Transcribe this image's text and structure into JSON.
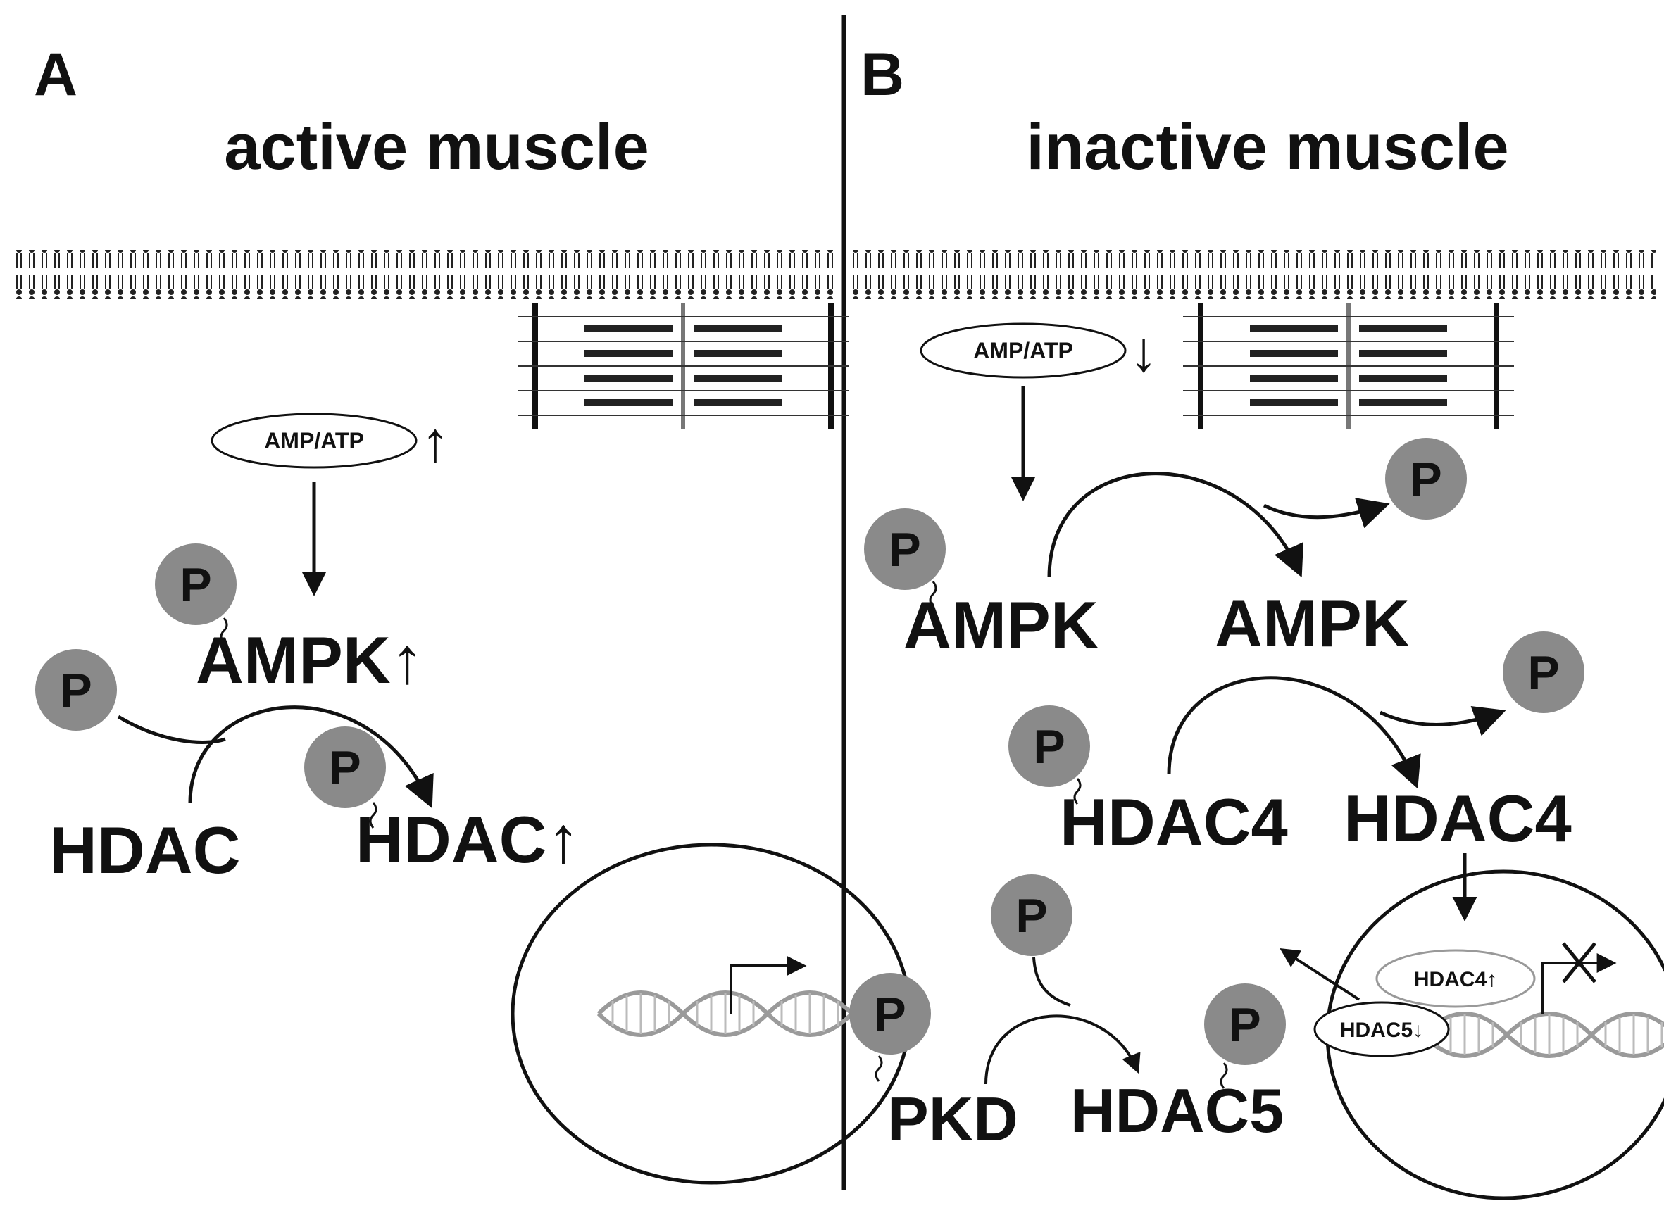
{
  "panels": {
    "a": {
      "letter": "A",
      "title": "active muscle",
      "ratio_label": "AMP/ATP",
      "ratio_arrow": "↑",
      "ampk": "AMPK↑",
      "hdac_left": "HDAC",
      "hdac_right": "HDAC↑",
      "phospho": "P"
    },
    "b": {
      "letter": "B",
      "title": "inactive muscle",
      "ratio_label": "AMP/ATP",
      "ratio_arrow": "↓",
      "ampk_left": "AMPK",
      "ampk_right": "AMPK",
      "hdac4_left": "HDAC4",
      "hdac4_right": "HDAC4",
      "pkd": "PKD",
      "hdac5": "HDAC5",
      "nucleus_hdac4": "HDAC4↑",
      "nucleus_hdac5": "HDAC5↓",
      "phospho": "P"
    }
  },
  "colors": {
    "ink": "#111111",
    "phospho_fill": "#8a8a8a",
    "dna_stroke": "#9a9a9a"
  }
}
